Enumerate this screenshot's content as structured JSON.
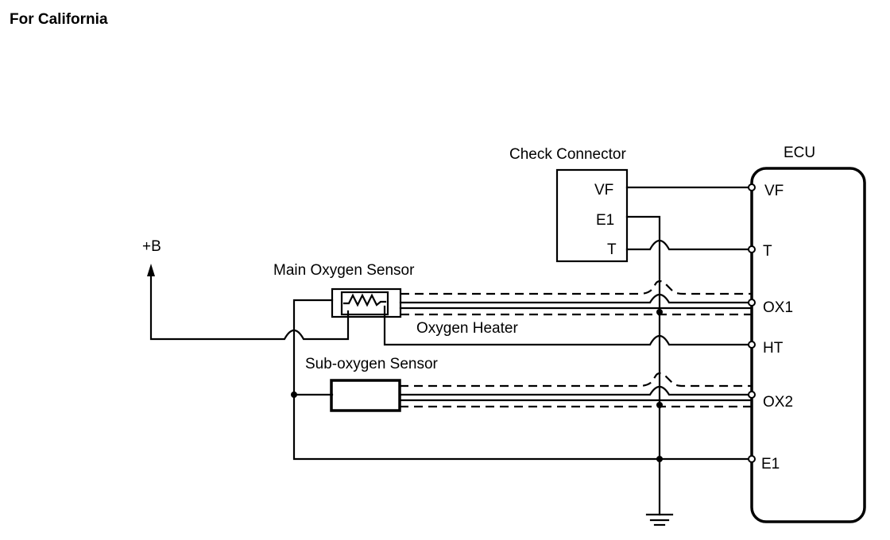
{
  "title": "For California",
  "check_connector": {
    "label": "Check Connector",
    "pins": [
      "VF",
      "E1",
      "T"
    ]
  },
  "ecu": {
    "label": "ECU",
    "pins": [
      "VF",
      "T",
      "OX1",
      "HT",
      "OX2",
      "E1"
    ]
  },
  "power": {
    "label": "+B"
  },
  "sensors": {
    "main_oxygen": "Main Oxygen Sensor",
    "oxygen_heater": "Oxygen Heater",
    "sub_oxygen": "Sub-oxygen Sensor"
  },
  "icons": {
    "ground": "ground-icon",
    "arrow": "arrow-up-icon",
    "heater": "heater-coil-icon"
  }
}
